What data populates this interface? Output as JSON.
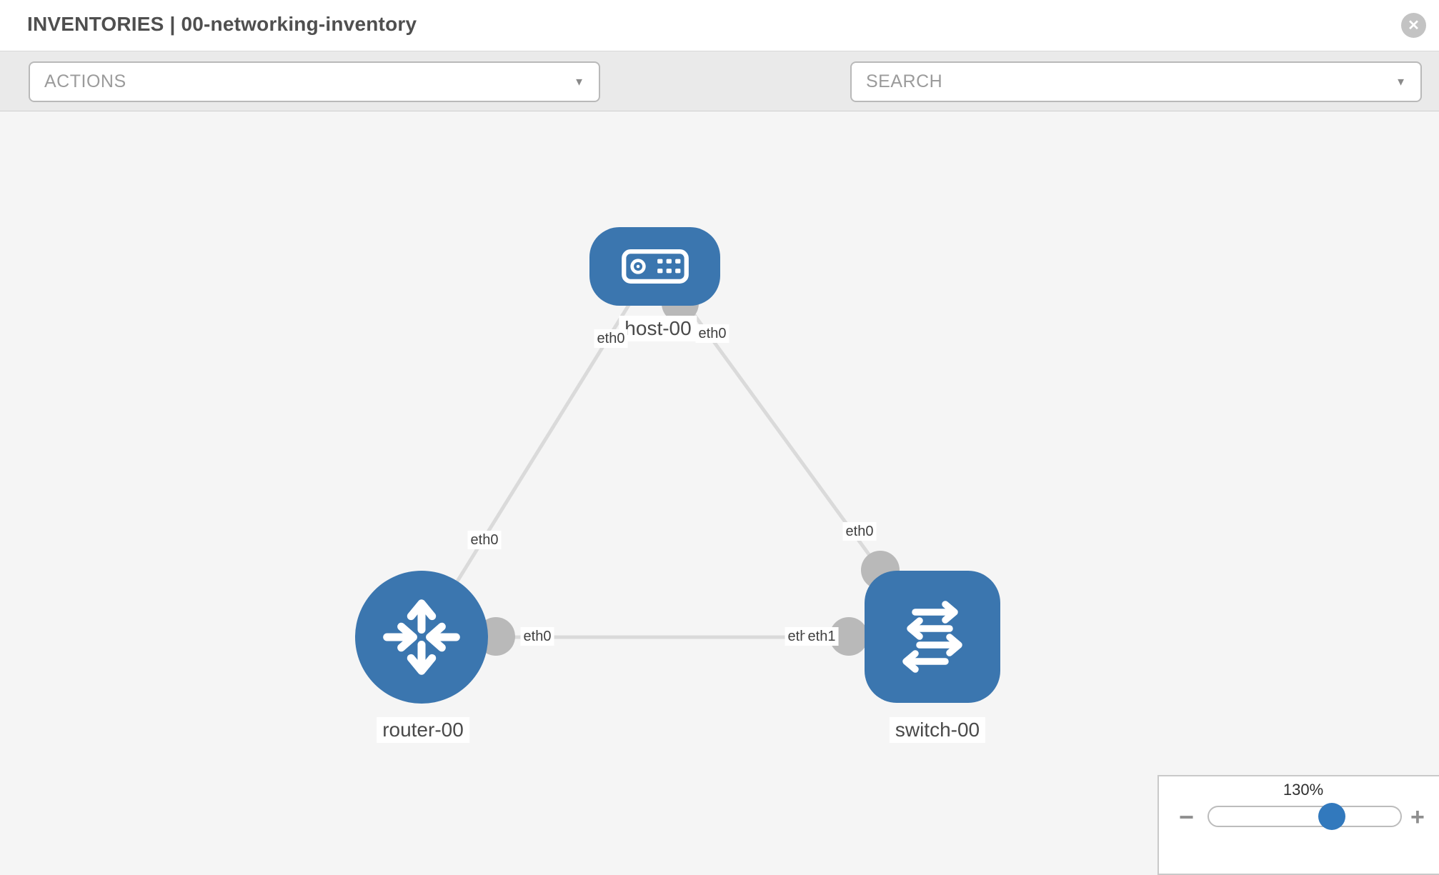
{
  "header": {
    "title": "INVENTORIES | 00-networking-inventory",
    "close_glyph": "✕"
  },
  "toolbar": {
    "actions_label": "ACTIONS",
    "search_label": "SEARCH",
    "icons": [
      "wrench-icon",
      "key-icon"
    ]
  },
  "nodes": {
    "host": {
      "label": "host-00",
      "type": "host"
    },
    "router": {
      "label": "router-00",
      "type": "router"
    },
    "switch": {
      "label": "switch-00",
      "type": "switch"
    }
  },
  "interfaces": {
    "host_left": "eth0",
    "host_right": "eth0",
    "router_upper": "eth0",
    "switch_upper": "eth0",
    "router_right": "eth0",
    "switch_left_under": "eth0",
    "switch_left_over": "eth1"
  },
  "links": [
    {
      "from": "host-00",
      "from_if": "eth0",
      "to": "router-00",
      "to_if": "eth0"
    },
    {
      "from": "host-00",
      "from_if": "eth0",
      "to": "switch-00",
      "to_if": "eth0"
    },
    {
      "from": "router-00",
      "from_if": "eth0",
      "to": "switch-00",
      "to_if": "eth1"
    }
  ],
  "zoom_control": {
    "level": "130%",
    "minus_label": "−",
    "plus_label": "+"
  },
  "colors": {
    "node_blue": "#3b76af",
    "edge_gray": "#dadada",
    "dot_gray": "#b9b9b9",
    "thumb_blue": "#3279bd",
    "toolbar_bg": "#eaeaea",
    "canvas_bg": "#f5f5f5"
  }
}
